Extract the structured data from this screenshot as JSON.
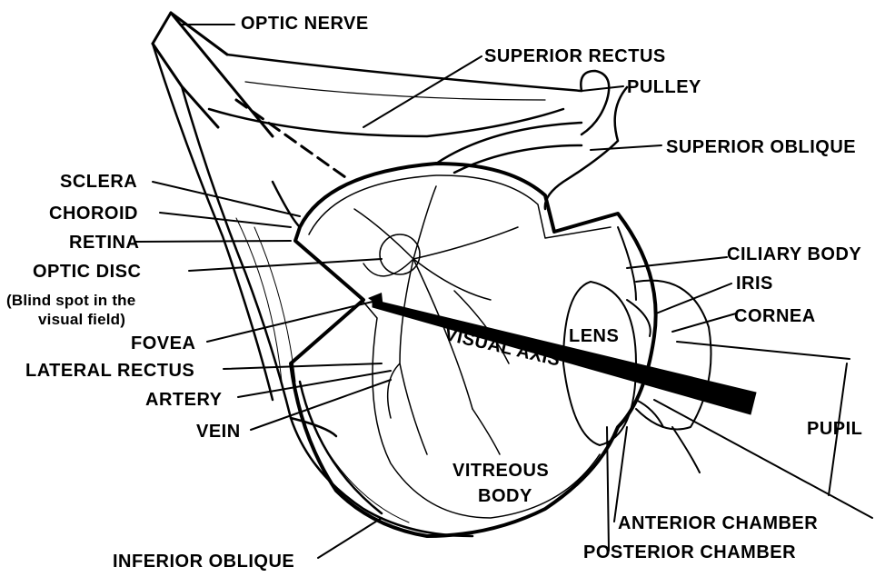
{
  "labels": {
    "optic_nerve": "OPTIC NERVE",
    "superior_rectus": "SUPERIOR RECTUS",
    "pulley": "PULLEY",
    "superior_oblique": "SUPERIOR OBLIQUE",
    "sclera": "SCLERA",
    "choroid": "CHOROID",
    "retina": "RETINA",
    "optic_disc": "OPTIC DISC",
    "blind_spot_line1": "(Blind spot in the",
    "blind_spot_line2": "visual field)",
    "fovea": "FOVEA",
    "lateral_rectus": "LATERAL RECTUS",
    "artery": "ARTERY",
    "vein": "VEIN",
    "ciliary_body": "CILIARY BODY",
    "iris": "IRIS",
    "cornea": "CORNEA",
    "lens": "LENS",
    "visual_axis": "VISUAL AXIS",
    "pupil": "PUPIL",
    "vitreous_line1": "VITREOUS",
    "vitreous_line2": "BODY",
    "anterior_chamber": "ANTERIOR CHAMBER",
    "posterior_chamber": "POSTERIOR CHAMBER",
    "inferior_oblique": "INFERIOR OBLIQUE"
  }
}
